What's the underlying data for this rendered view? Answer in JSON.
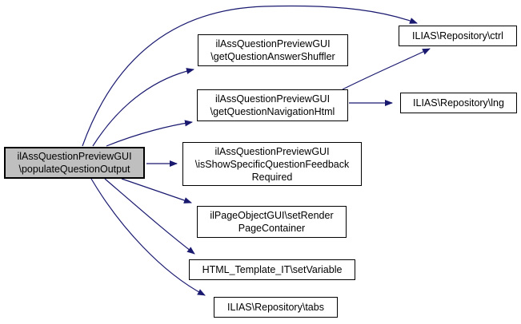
{
  "diagram": {
    "type": "call-graph",
    "colors": {
      "background": "#ffffff",
      "edge": "#191970",
      "node_border": "#000000",
      "node_fill": "#ffffff",
      "highlight_node_fill": "#bfbfbf",
      "text": "#000000"
    },
    "nodes": {
      "populate": {
        "lines": [
          "ilAssQuestionPreviewGUI",
          "\\populateQuestionOutput"
        ]
      },
      "shuffler": {
        "lines": [
          "ilAssQuestionPreviewGUI",
          "\\getQuestionAnswerShuffler"
        ]
      },
      "navigation": {
        "lines": [
          "ilAssQuestionPreviewGUI",
          "\\getQuestionNavigationHtml"
        ]
      },
      "feedback": {
        "lines": [
          "ilAssQuestionPreviewGUI",
          "\\isShowSpecificQuestionFeedback",
          "Required"
        ]
      },
      "render": {
        "lines": [
          "ilPageObjectGUI\\setRender",
          "PageContainer"
        ]
      },
      "setvariable": {
        "lines": [
          "HTML_Template_IT\\setVariable"
        ]
      },
      "tabs": {
        "lines": [
          "ILIAS\\Repository\\tabs"
        ]
      },
      "ctrl": {
        "lines": [
          "ILIAS\\Repository\\ctrl"
        ]
      },
      "lng": {
        "lines": [
          "ILIAS\\Repository\\lng"
        ]
      }
    },
    "edges": [
      {
        "from": "ilAssQuestionPreviewGUI\\populateQuestionOutput",
        "to": "ILIAS\\Repository\\ctrl"
      },
      {
        "from": "ilAssQuestionPreviewGUI\\populateQuestionOutput",
        "to": "ilAssQuestionPreviewGUI\\getQuestionAnswerShuffler"
      },
      {
        "from": "ilAssQuestionPreviewGUI\\populateQuestionOutput",
        "to": "ilAssQuestionPreviewGUI\\getQuestionNavigationHtml"
      },
      {
        "from": "ilAssQuestionPreviewGUI\\populateQuestionOutput",
        "to": "ilAssQuestionPreviewGUI\\isShowSpecificQuestionFeedbackRequired"
      },
      {
        "from": "ilAssQuestionPreviewGUI\\populateQuestionOutput",
        "to": "ilPageObjectGUI\\setRenderPageContainer"
      },
      {
        "from": "ilAssQuestionPreviewGUI\\populateQuestionOutput",
        "to": "HTML_Template_IT\\setVariable"
      },
      {
        "from": "ilAssQuestionPreviewGUI\\populateQuestionOutput",
        "to": "ILIAS\\Repository\\tabs"
      },
      {
        "from": "ilAssQuestionPreviewGUI\\getQuestionNavigationHtml",
        "to": "ILIAS\\Repository\\ctrl"
      },
      {
        "from": "ilAssQuestionPreviewGUI\\getQuestionNavigationHtml",
        "to": "ILIAS\\Repository\\lng"
      }
    ]
  }
}
